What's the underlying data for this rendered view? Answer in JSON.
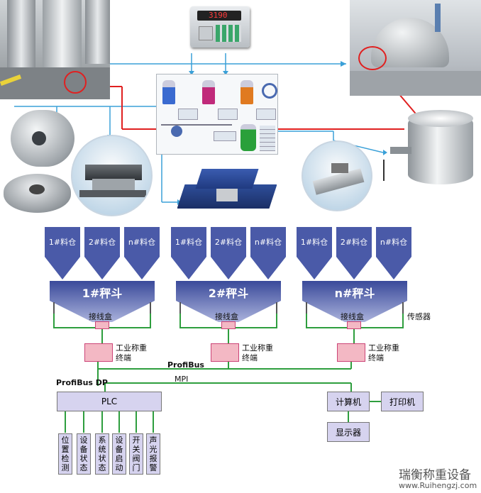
{
  "bins": [
    {
      "label": "1#料仓"
    },
    {
      "label": "2#料仓"
    },
    {
      "label": "n#料仓"
    },
    {
      "label": "1#料仓"
    },
    {
      "label": "2#料仓"
    },
    {
      "label": "n#料仓"
    },
    {
      "label": "1#料仓"
    },
    {
      "label": "2#料仓"
    },
    {
      "label": "n#料仓"
    }
  ],
  "hoppers": [
    {
      "label": "1#秤斗"
    },
    {
      "label": "2#秤斗"
    },
    {
      "label": "n#秤斗"
    }
  ],
  "junction_box": "接线盒",
  "sensor": "传感器",
  "terminal": "工业称重\n终端",
  "profibus": "ProfiBus",
  "profibus_dp": "ProfiBus DP",
  "mpi": "MPI",
  "plc": "PLC",
  "computer": "计算机",
  "printer": "打印机",
  "display": "显示器",
  "io_items": [
    {
      "label": "位置检测"
    },
    {
      "label": "设备状态"
    },
    {
      "label": "系统状态"
    },
    {
      "label": "设备启动"
    },
    {
      "label": "开关阀门"
    },
    {
      "label": "声光报警"
    }
  ],
  "indicator_reading": "3190",
  "watermark": {
    "company": "瑞衡称重设备",
    "url": "www.Ruihengzj.com"
  },
  "colors": {
    "line_blue": "#3aa0d8",
    "line_red": "#e02020",
    "bin": "#4a5aa8",
    "bus_green": "#2e9e3e",
    "pink": "#f3b8c4",
    "lavender": "#d6d3ef"
  }
}
